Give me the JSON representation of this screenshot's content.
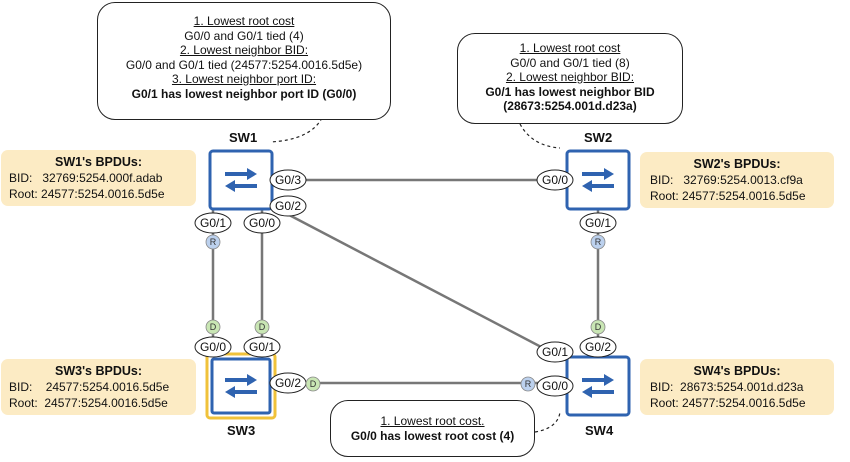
{
  "switches": {
    "sw1": {
      "name": "SW1"
    },
    "sw2": {
      "name": "SW2"
    },
    "sw3": {
      "name": "SW3"
    },
    "sw4": {
      "name": "SW4"
    }
  },
  "callouts": {
    "sw1": {
      "line1": "1. Lowest root cost",
      "line2": "G0/0 and G0/1 tied (4)",
      "line3": "2. Lowest neighbor BID:",
      "line4": "G0/0 and G0/1 tied (24577:5254.0016.5d5e)",
      "line5": "3. Lowest neighbor port ID:",
      "line6": "G0/1 has lowest neighbor port ID (G0/0)"
    },
    "sw2": {
      "line1": "1. Lowest root cost",
      "line2": "G0/0 and G0/1 tied (8)",
      "line3": "2. Lowest neighbor BID:",
      "line4": "G0/1 has lowest neighbor BID",
      "line5": "(28673:5254.001d.d23a)"
    },
    "sw3": {
      "line1": "1. Lowest root cost.",
      "line2": "G0/0 has lowest root cost (4)"
    }
  },
  "bpdus": {
    "sw1": {
      "title": "SW1's BPDUs:",
      "bid_label": "BID:",
      "bid": "32769:5254.000f.adab",
      "root_label": "Root:",
      "root": "24577:5254.0016.5d5e"
    },
    "sw2": {
      "title": "SW2's BPDUs:",
      "bid_label": "BID:",
      "bid": "32769:5254.0013.cf9a",
      "root_label": "Root:",
      "root": "24577:5254.0016.5d5e"
    },
    "sw3": {
      "title": "SW3's BPDUs:",
      "bid_label": "BID:",
      "bid": "24577:5254.0016.5d5e",
      "root_label": "Root:",
      "root": "24577:5254.0016.5d5e"
    },
    "sw4": {
      "title": "SW4's BPDUs:",
      "bid_label": "BID:",
      "bid": "28673:5254.001d.d23a",
      "root_label": "Root:",
      "root": "24577:5254.0016.5d5e"
    }
  },
  "ports": {
    "sw1_g03": "G0/3",
    "sw1_g02": "G0/2",
    "sw1_g01": "G0/1",
    "sw1_g00": "G0/0",
    "sw2_g00": "G0/0",
    "sw2_g01": "G0/1",
    "sw3_g00": "G0/0",
    "sw3_g01": "G0/1",
    "sw3_g02": "G0/2",
    "sw4_g01": "G0/1",
    "sw4_g02": "G0/2",
    "sw4_g00": "G0/0"
  },
  "roles": {
    "sw1_g01": "R",
    "sw2_g01": "R",
    "sw4_g00": "R",
    "sw3_g00": "D",
    "sw3_g01": "D",
    "sw3_g02": "D",
    "sw4_g02": "D"
  },
  "colors": {
    "switch_border": "#2f63b0",
    "root_bridge_border": "#f0c23a",
    "role_root": "#bcd1ee",
    "role_designated": "#c9e6b4",
    "info_fill": "#fcebc4",
    "link": "#777777"
  }
}
